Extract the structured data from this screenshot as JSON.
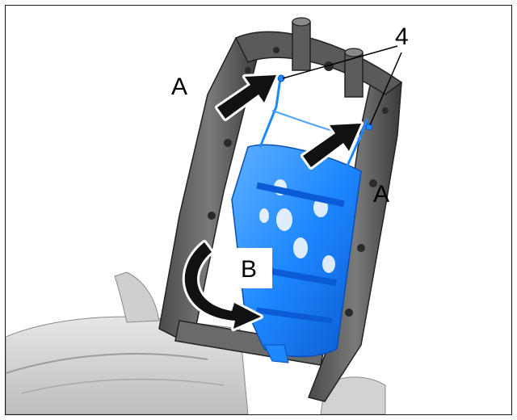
{
  "labels": {
    "a_left": "A",
    "a_right": "A",
    "b": "B",
    "four": "4"
  },
  "colors": {
    "frame_dark": "#3a3a3a",
    "frame_mid": "#6b6b6b",
    "frame_light": "#9a9a9a",
    "seat_light": "#d9d9d9",
    "seat_mid": "#b8b8b8",
    "mat_blue": "#1e88ff",
    "mat_blue_dark": "#0b5bd6",
    "mat_blue_light": "#6fb7ff",
    "arrow_black": "#111111"
  }
}
